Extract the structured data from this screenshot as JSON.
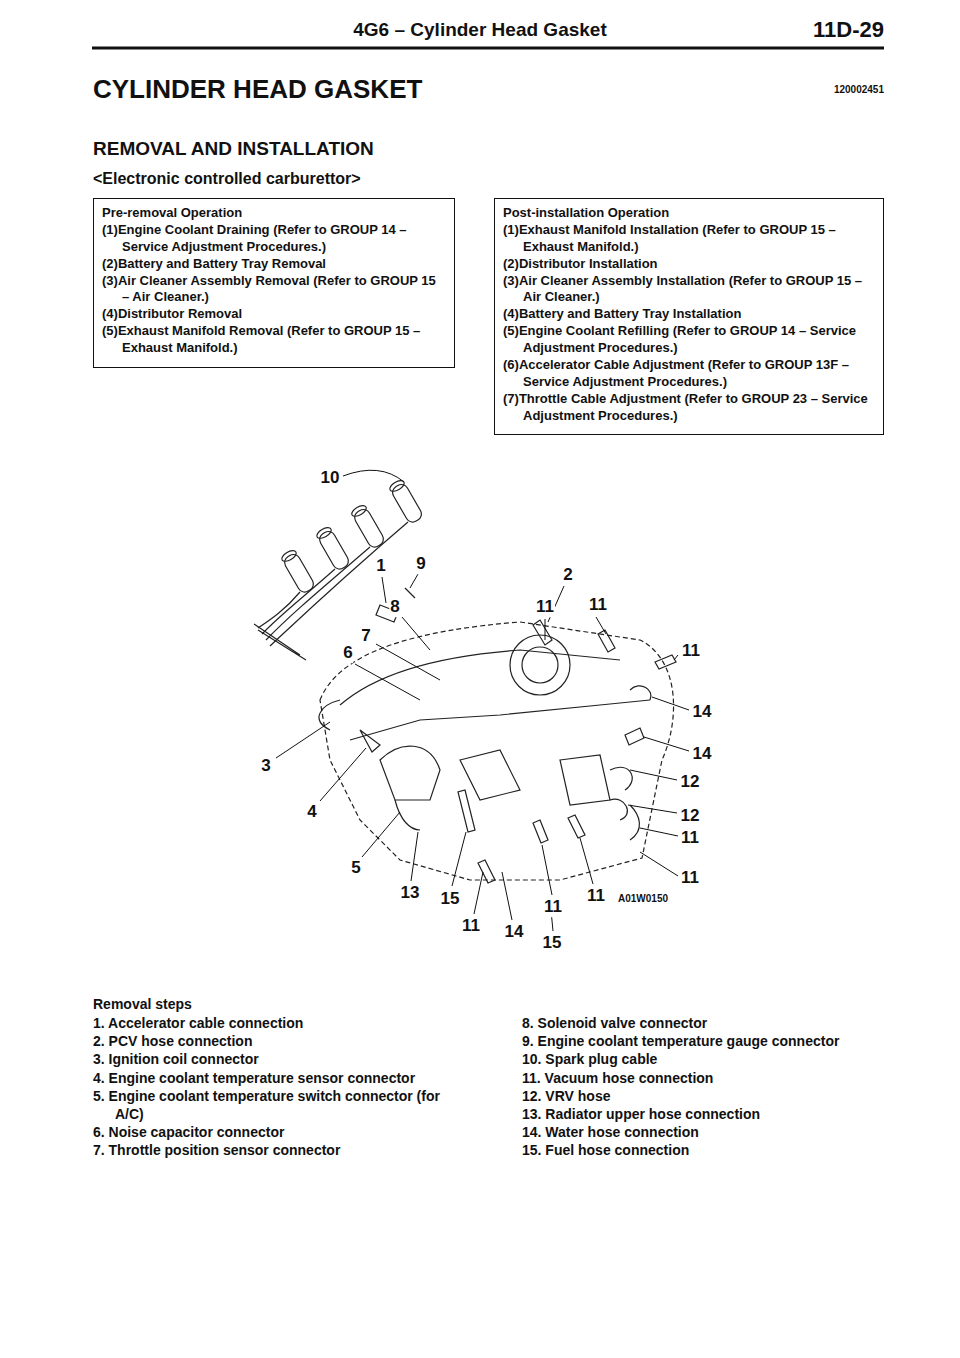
{
  "diagram": {
    "title": "CYLINDER HEAD GASKET",
    "nodes": [
      {
        "text": [
          "Pre-removal Operation",
          "(1)Engine Coolant Draining (Refer to GROUP 14 – Service Adjustment Procedures.)",
          "(2)Battery and Battery Tray Removal",
          "(3)Air Cleaner Assembly Removal (Refer to GROUP 15 – Air Cleaner.)",
          "(4)Distributor Removal",
          "(5)Exhaust Manifold Removal (Refer to GROUP 15 – Exhaust Manifold.)"
        ]
      },
      {
        "text": [
          "Post-installation Operation",
          "(1)Exhaust Manifold Installation (Refer to GROUP 15 – Exhaust Manifold.)",
          "(2)Distributor Installation",
          "(3)Air Cleaner Assembly Installation (Refer to GROUP 15 – Air Cleaner.)",
          "(4)Battery and Battery Tray Installation",
          "(5)Engine Coolant Refilling (Refer to GROUP 14 – Service Adjustment Procedures.)",
          "(6)Accelerator Cable Adjustment (Refer to GROUP 13F – Service Adjustment Procedures.)",
          "(7)Throttle Cable Adjustment (Refer to GROUP 23 – Service Adjustment Procedures.)"
        ]
      }
    ],
    "labels": [
      "4G6 – Cylinder Head Gasket",
      "11D-29",
      "REMOVAL AND INSTALLATION",
      "<Electronic controlled carburettor>",
      "120002451",
      "10",
      "1",
      "9",
      "2",
      "8",
      "11",
      "11",
      "7",
      "6",
      "11",
      "14",
      "14",
      "3",
      "12",
      "12",
      "4",
      "11",
      "5",
      "11",
      "13",
      "15",
      "11",
      "A01W0150",
      "11",
      "11",
      "14",
      "15",
      "Removal steps",
      "1. Accelerator cable connection",
      "2. PCV hose connection",
      "3. Ignition coil connector",
      "4. Engine coolant temperature sensor connector",
      "5. Engine coolant temperature switch connector (for A/C)",
      "6. Noise capacitor connector",
      "7. Throttle position sensor connector",
      "8. Solenoid valve connector",
      "9. Engine coolant temperature gauge connector",
      "10. Spark plug cable",
      "11. Vacuum hose connection",
      "12. VRV hose",
      "13. Radiator upper hose connection",
      "14. Water hose connection",
      "15. Fuel hose connection"
    ]
  }
}
